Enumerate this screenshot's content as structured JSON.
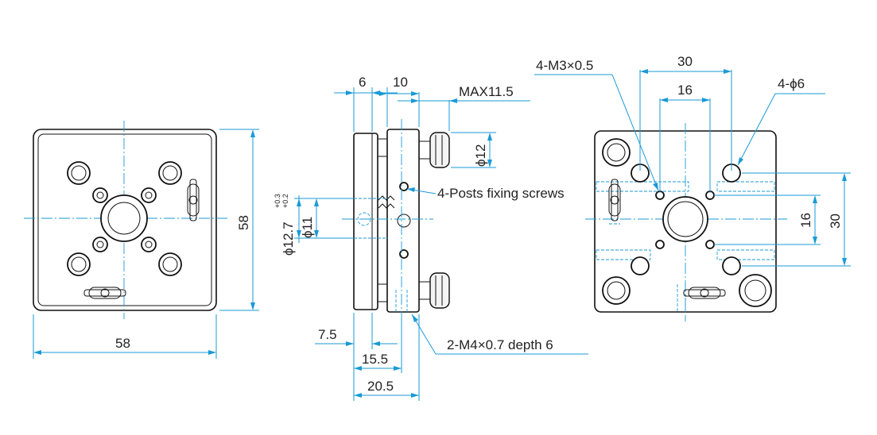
{
  "labels": {
    "front_width": "58",
    "front_height": "58",
    "side_6": "6",
    "side_10": "10",
    "side_max": "MAX11.5",
    "side_d12": "ϕ12",
    "side_d11": "ϕ11",
    "side_d12_7": "ϕ12.7",
    "side_tol_plus": "+0.3",
    "side_tol_minus": "+0.2",
    "side_7_5": "7.5",
    "side_15_5": "15.5",
    "side_20_5": "20.5",
    "note_posts": "4-Posts fixing screws",
    "note_m4": "2-M4×0.7 depth 6",
    "back_m3": "4-M3×0.5",
    "back_30_top": "30",
    "back_16_top": "16",
    "back_d6": "4-ϕ6",
    "back_16_right": "16",
    "back_30_right": "30"
  },
  "colors": {
    "dimension_line": "#1a9ad6",
    "outline": "#111111"
  }
}
